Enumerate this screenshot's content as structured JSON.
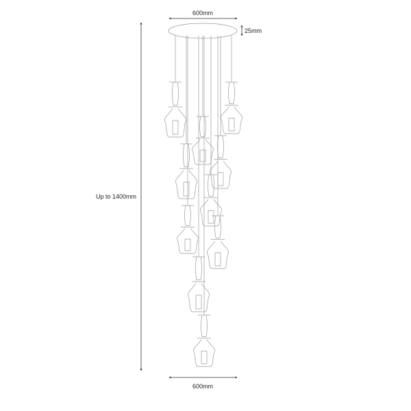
{
  "dimensions": {
    "top_width": "600mm",
    "canopy_height": "25mm",
    "drop_height": "Up to 1400mm",
    "bottom_width": "600mm"
  },
  "colors": {
    "line": "#333333",
    "drawing": "#9a9a9a"
  }
}
